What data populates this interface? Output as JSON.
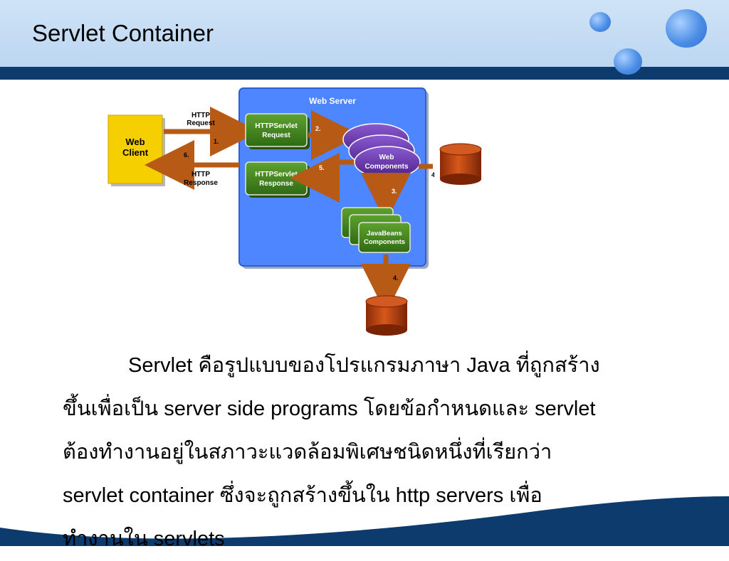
{
  "slide": {
    "title": "Servlet Container"
  },
  "diagram": {
    "web_server_label": "Web Server",
    "web_client_label": [
      "Web",
      "Client"
    ],
    "http_request_label": [
      "HTTP",
      "Request"
    ],
    "http_response_label": [
      "HTTP",
      "Response"
    ],
    "servlet_request_label": [
      "HTTPServlet",
      "Request"
    ],
    "servlet_response_label": [
      "HTTPServlet",
      "Response"
    ],
    "web_components_label": [
      "Web",
      "Components"
    ],
    "javabeans_label": [
      "JavaBeans",
      "Components"
    ],
    "step_labels": [
      "1.",
      "2.",
      "3.",
      "4.",
      "4.",
      "5.",
      "6."
    ]
  },
  "body": {
    "lines": [
      "Servlet คือรูปแบบของโปรแกรมภาษา Java ที่ถูกสร้าง",
      "ขึ้นเพื่อเป็น server side programs โดยข้อกำหนดและ servlet",
      "ต้องทำงานอยู่ในสภาวะแวดล้อมพิเศษชนิดหนึ่งที่เรียกว่า",
      "servlet container ซึ่งจะถูกสร้างขึ้นใน http servers เพื่อ",
      "ทำงานใน servlets"
    ]
  },
  "colors": {
    "title_band": "#bcd6f1",
    "title_bar": "#0d3b6e",
    "server_box": "#4d86ff",
    "client_box": "#f5cf00",
    "green_box": "#3f7f1f",
    "purple": "#6a3aa8",
    "arrow": "#b65a16",
    "database": "#c14a12"
  }
}
